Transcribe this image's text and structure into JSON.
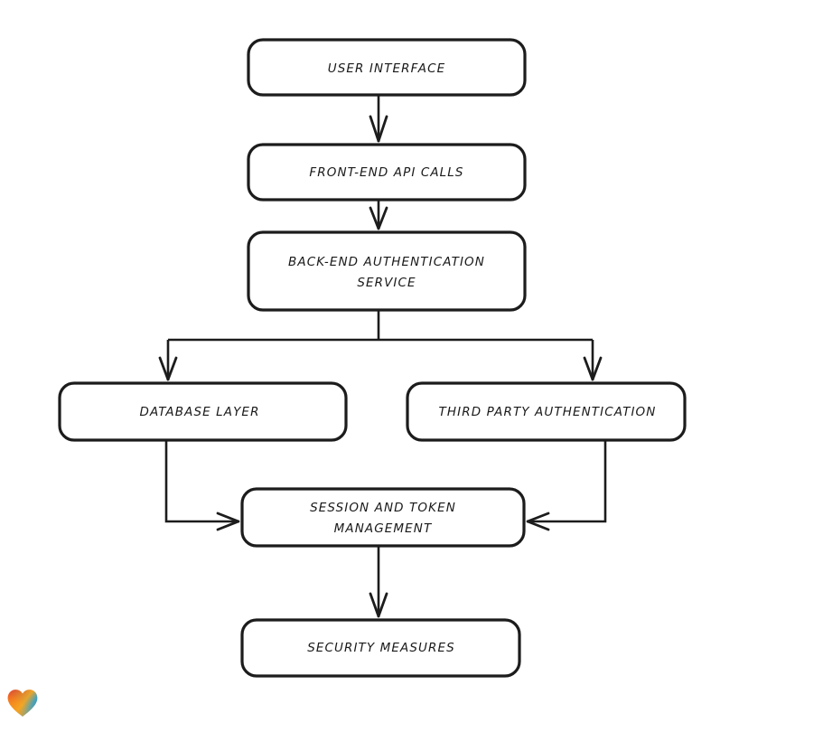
{
  "diagram": {
    "type": "flowchart",
    "orientation": "top-to-bottom",
    "background_color": "#ffffff",
    "stroke_color": "#1c1c1c",
    "node_fill": "#ffffff",
    "nodes": [
      {
        "id": "user-interface",
        "label": "USER INTERFACE",
        "lines": [
          "USER INTERFACE"
        ]
      },
      {
        "id": "front-end-api-calls",
        "label": "FRONT-END API CALLS",
        "lines": [
          "FRONT-END API CALLS"
        ]
      },
      {
        "id": "back-end-authentication-service",
        "label": "BACK-END AUTHENTICATION SERVICE",
        "lines": [
          "BACK-END AUTHENTICATION",
          "SERVICE"
        ]
      },
      {
        "id": "database-layer",
        "label": "DATABASE LAYER",
        "lines": [
          "DATABASE LAYER"
        ]
      },
      {
        "id": "third-party-authentication",
        "label": "THIRD PARTY AUTHENTICATION",
        "lines": [
          "THIRD PARTY AUTHENTICATION"
        ]
      },
      {
        "id": "session-and-token-management",
        "label": "SESSION AND TOKEN MANAGEMENT",
        "lines": [
          "SESSION AND TOKEN",
          "MANAGEMENT"
        ]
      },
      {
        "id": "security-measures",
        "label": "SECURITY MEASURES",
        "lines": [
          "SECURITY MEASURES"
        ]
      }
    ],
    "edges": [
      {
        "from": "user-interface",
        "to": "front-end-api-calls"
      },
      {
        "from": "front-end-api-calls",
        "to": "back-end-authentication-service"
      },
      {
        "from": "back-end-authentication-service",
        "to": "database-layer"
      },
      {
        "from": "back-end-authentication-service",
        "to": "third-party-authentication"
      },
      {
        "from": "database-layer",
        "to": "session-and-token-management"
      },
      {
        "from": "third-party-authentication",
        "to": "session-and-token-management"
      },
      {
        "from": "session-and-token-management",
        "to": "security-measures"
      }
    ]
  },
  "watermark": {
    "icon": "heart-icon",
    "colors": [
      "#e8312a",
      "#f07f1a",
      "#f5a623",
      "#2196c4",
      "#1f7bd0"
    ]
  }
}
